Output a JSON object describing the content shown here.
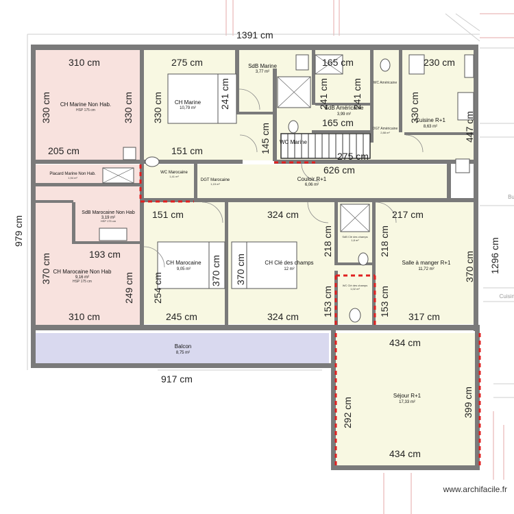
{
  "watermark": "www.archifacile.fr",
  "colors": {
    "wall": "#7a7a7a",
    "nonhab": "#f8e2de",
    "hab": "#f8f8e2",
    "balcon": "#d9d9ef",
    "dash": "#e02020"
  },
  "rooms": {
    "ch_marine_nh": {
      "name": "CH Marine Non Hab.",
      "sub": "HSP 175 cm"
    },
    "ch_marine": {
      "name": "CH Marine",
      "area": "10,79 m²"
    },
    "sdb_marine": {
      "name": "SdB Marine",
      "area": "3,77 m²"
    },
    "sdb_americaine": {
      "name": "SdB Américaine",
      "area": "3,99 m²"
    },
    "wc_americaine": {
      "name": "WC Américaine"
    },
    "dgt_americaine": {
      "name": "DGT Américaine",
      "area": "2,88 m²"
    },
    "cuisine": {
      "name": "Cuisine R+1",
      "area": "8,63 m²"
    },
    "wc_marine": {
      "name": "WC Marine"
    },
    "placard": {
      "name": "Placard Marine Non Hab.",
      "area": "1,94 m²"
    },
    "wc_marocaine": {
      "name": "WC Marocaine",
      "area": "1,41 m²"
    },
    "dgt_marocaine": {
      "name": "DGT Marocaine",
      "area": "1,15 m²"
    },
    "couloir": {
      "name": "Couloir R+1",
      "area": "6,06 m²"
    },
    "sdb_maro_nh": {
      "name": "SdB Marocaine Non Hab",
      "area": "3,19 m²",
      "sub": "HSP 175 cm"
    },
    "ch_maro_nh": {
      "name": "CH Marocaine Non Hab",
      "area": "9,16 m²",
      "sub": "HSP 175 cm"
    },
    "ch_marocaine": {
      "name": "CH Marocaine",
      "area": "9,05 m²"
    },
    "ch_cle": {
      "name": "CH Clé des champs",
      "area": "12 m²"
    },
    "sdb_cle": {
      "name": "SdB Clé des champs",
      "area": "1,8 m²"
    },
    "wc_cle": {
      "name": "WC Clé des champs",
      "area": "1,02 m²"
    },
    "salle": {
      "name": "Salle à manger R+1",
      "area": "11,72 m²"
    },
    "balcon": {
      "name": "Balcon",
      "area": "8,75 m²"
    },
    "sejour": {
      "name": "Séjour R+1",
      "area": "17,33 m²"
    }
  },
  "dims": {
    "top_total": "1391 cm",
    "left_total": "979 cm",
    "right_total": "1296 cm",
    "bottom_total": "917 cm",
    "d310a": "310 cm",
    "d275a": "275 cm",
    "d165a": "165 cm",
    "d230": "230 cm",
    "d330a": "330 cm",
    "d330b": "330 cm",
    "d330c": "330 cm",
    "d330d": "330 cm",
    "d241a": "241 cm",
    "d241b": "241 cm",
    "d241c": "241 cm",
    "d165b": "165 cm",
    "d447": "447 cm",
    "d205": "205 cm",
    "d151a": "151 cm",
    "d145": "145 cm",
    "d275b": "275 cm",
    "d626": "626 cm",
    "d151b": "151 cm",
    "d324a": "324 cm",
    "d217": "217 cm",
    "d193": "193 cm",
    "d370a": "370 cm",
    "d249": "249 cm",
    "d254": "254 cm",
    "d370b": "370 cm",
    "d370c": "370 cm",
    "d218a": "218 cm",
    "d218b": "218 cm",
    "d370d": "370 cm",
    "d153a": "153 cm",
    "d153b": "153 cm",
    "d310b": "310 cm",
    "d245": "245 cm",
    "d324b": "324 cm",
    "d317": "317 cm",
    "d434a": "434 cm",
    "d292": "292 cm",
    "d399": "399 cm",
    "d434b": "434 cm"
  },
  "partial": {
    "bu": "Bu",
    "cuisine": "Cuisine"
  }
}
